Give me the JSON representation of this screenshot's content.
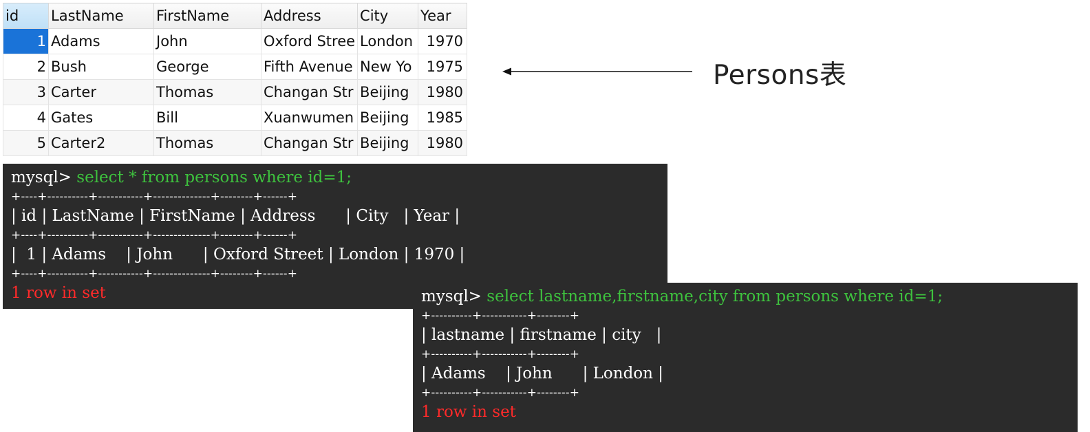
{
  "grid": {
    "headers": [
      "id",
      "LastName",
      "FirstName",
      "Address",
      "City",
      "Year"
    ],
    "rows": [
      [
        "1",
        "Adams",
        "John",
        "Oxford Stree",
        "London",
        "1970"
      ],
      [
        "2",
        "Bush",
        "George",
        "Fifth Avenue",
        "New Yo",
        "1975"
      ],
      [
        "3",
        "Carter",
        "Thomas",
        "Changan Str",
        "Beijing",
        "1980"
      ],
      [
        "4",
        "Gates",
        "Bill",
        "Xuanwumen",
        "Beijing",
        "1985"
      ],
      [
        "5",
        "Carter2",
        "Thomas",
        "Changan Str",
        "Beijing",
        "1980"
      ]
    ]
  },
  "annotation": {
    "label": "Persons表",
    "icon": "left-arrow-icon"
  },
  "terminal1": {
    "prompt": "mysql> ",
    "command": "select * from persons where id=1;",
    "border": "+----+----------+-----------+--------------+--------+------+",
    "header_row": "| id | LastName | FirstName | Address      | City   | Year |",
    "data_row": "|  1 | Adams    | John      | Oxford Street | London | 1970 |",
    "result": "1 row in set"
  },
  "terminal2": {
    "prompt": "mysql> ",
    "command": "select lastname,firstname,city from persons where id=1;",
    "border": "+----------+-----------+--------+",
    "header_row": "| lastname | firstname | city   |",
    "data_row": "| Adams    | John      | London |",
    "result": "1 row in set"
  },
  "colors": {
    "terminal_bg": "#2b2b2b",
    "command": "#3ec23e",
    "result": "#ff2a2a",
    "selection": "#1a73d8"
  }
}
